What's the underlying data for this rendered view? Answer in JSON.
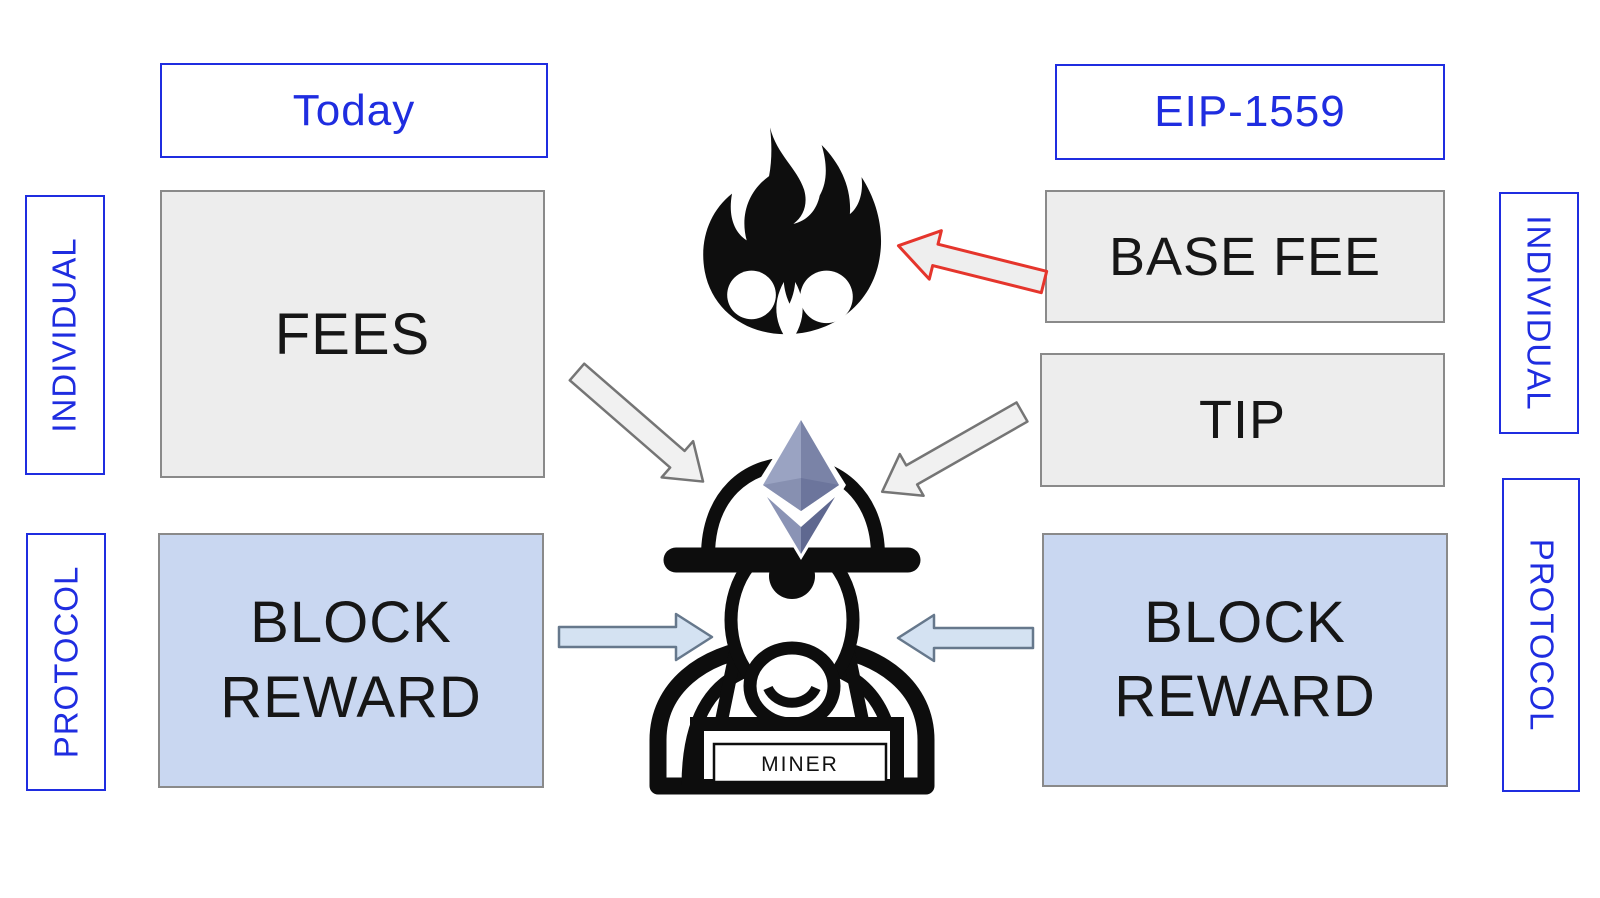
{
  "diagram": {
    "left_column_title": "Today",
    "right_column_title": "EIP-1559",
    "row_labels": {
      "left_top": "INDIVIDUAL",
      "left_bottom": "PROTOCOL",
      "right_top": "INDIVIDUAL",
      "right_bottom": "PROTOCOL"
    },
    "today": {
      "fees": "FEES",
      "block_reward": [
        "BLOCK",
        "REWARD"
      ]
    },
    "eip1559": {
      "base_fee": "BASE FEE",
      "tip": "TIP",
      "block_reward": [
        "BLOCK",
        "REWARD"
      ]
    },
    "miner_label": "MINER",
    "icons": {
      "flame": "flame-icon (burned base fee)",
      "ethereum": "ethereum-logo",
      "miner": "miner-icon",
      "red_arrow": "base-fee-to-flame-arrow",
      "gray_arrows": [
        "fees-to-miner-arrow",
        "tip-to-miner-arrow"
      ],
      "blue_arrows": [
        "left-block-reward-to-miner-arrow",
        "right-block-reward-to-miner-arrow"
      ]
    },
    "colors": {
      "accent_blue": "#1f2de0",
      "box_gray_fill": "#ededed",
      "box_blue_fill": "#c9d7f1",
      "box_border_gray": "#8a8a8a",
      "arrow_gray_fill": "#f1f1f1",
      "arrow_blue_fill": "#d4e2f2",
      "arrow_red_stroke": "#e5352c",
      "flame_black": "#0e0e0e",
      "eth_light": "#9aa3c2",
      "eth_dark": "#5f6890"
    }
  }
}
